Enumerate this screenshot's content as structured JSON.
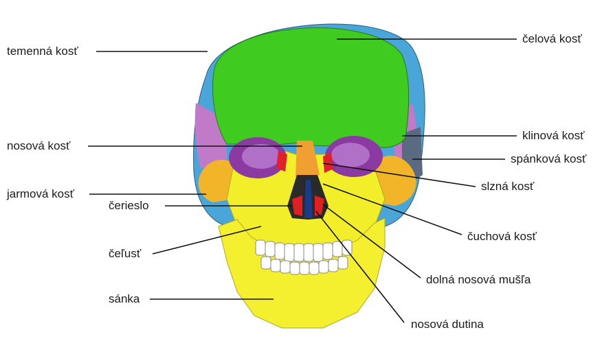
{
  "labels": {
    "temenna": "temenná kosť",
    "celova": "čelová kosť",
    "nosova": "nosová kosť",
    "klinova": "klinová kosť",
    "spankova": "spánková kosť",
    "jarmova": "jarmová kosť",
    "slzna": "slzná kosť",
    "cerieslo": "čerieslo",
    "cuchova": "čuchová kosť",
    "celust": "čeľusť",
    "dolna_musla": "dolná nosová mušľa",
    "sanka": "sánka",
    "nosova_dutina": "nosová dutina"
  },
  "colors": {
    "frontal": "#3fcb1f",
    "parietal": "#4aa6d8",
    "sphenoid": "#c07ac8",
    "orbit": "#8a3aa0",
    "lacrimal": "#e0202a",
    "nasal": "#f0a030",
    "zygomatic": "#f2b52a",
    "maxilla": "#f2ee2a",
    "mandible": "#f4f030",
    "vomer": "#1a3a8a",
    "turbinate": "#e02020",
    "teeth": "#ffffff",
    "line": "#111111"
  }
}
